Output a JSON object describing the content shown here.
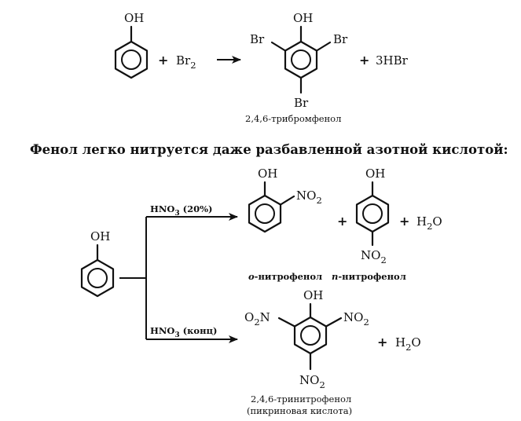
{
  "reaction1": {
    "phenol_oh": "OH",
    "plus1": "+",
    "br2": "Br",
    "br2_sub": "2",
    "product_oh": "OH",
    "br_left": "Br",
    "br_right": "Br",
    "br_bottom": "Br",
    "plus2": "+",
    "hbr": "3HBr",
    "product_name": "2,4,6-трибромфенол"
  },
  "heading": "Фенол легко нитруется даже разбавленной азотной кислотой:",
  "reaction2": {
    "phenol_oh": "OH",
    "upper": {
      "reagent": "HNO",
      "reagent_sub": "3",
      "reagent_cond": " (20%)",
      "ortho_oh": "OH",
      "ortho_no2": "NO",
      "ortho_no2_sub": "2",
      "plus1": "+",
      "para_oh": "OH",
      "para_no2": "NO",
      "para_no2_sub": "2",
      "plus2": "+",
      "water": "H",
      "water_sub": "2",
      "water_o": "O",
      "ortho_prefix": "о",
      "ortho_name": "-нитрофенол",
      "para_prefix": "п",
      "para_name": "-нитрофенол"
    },
    "lower": {
      "reagent": "HNO",
      "reagent_sub": "3",
      "reagent_cond": " (конц)",
      "tri_oh": "OH",
      "left_no2_o": "O",
      "left_no2_sub": "2",
      "left_no2_n": "N",
      "right_no2": "NO",
      "right_no2_sub": "2",
      "bottom_no2": "NO",
      "bottom_no2_sub": "2",
      "plus": "+",
      "water": "H",
      "water_sub": "2",
      "water_o": "O",
      "name1": "2,4,6-тринитрофенол",
      "name2": "(пикриновая кислота)"
    }
  }
}
